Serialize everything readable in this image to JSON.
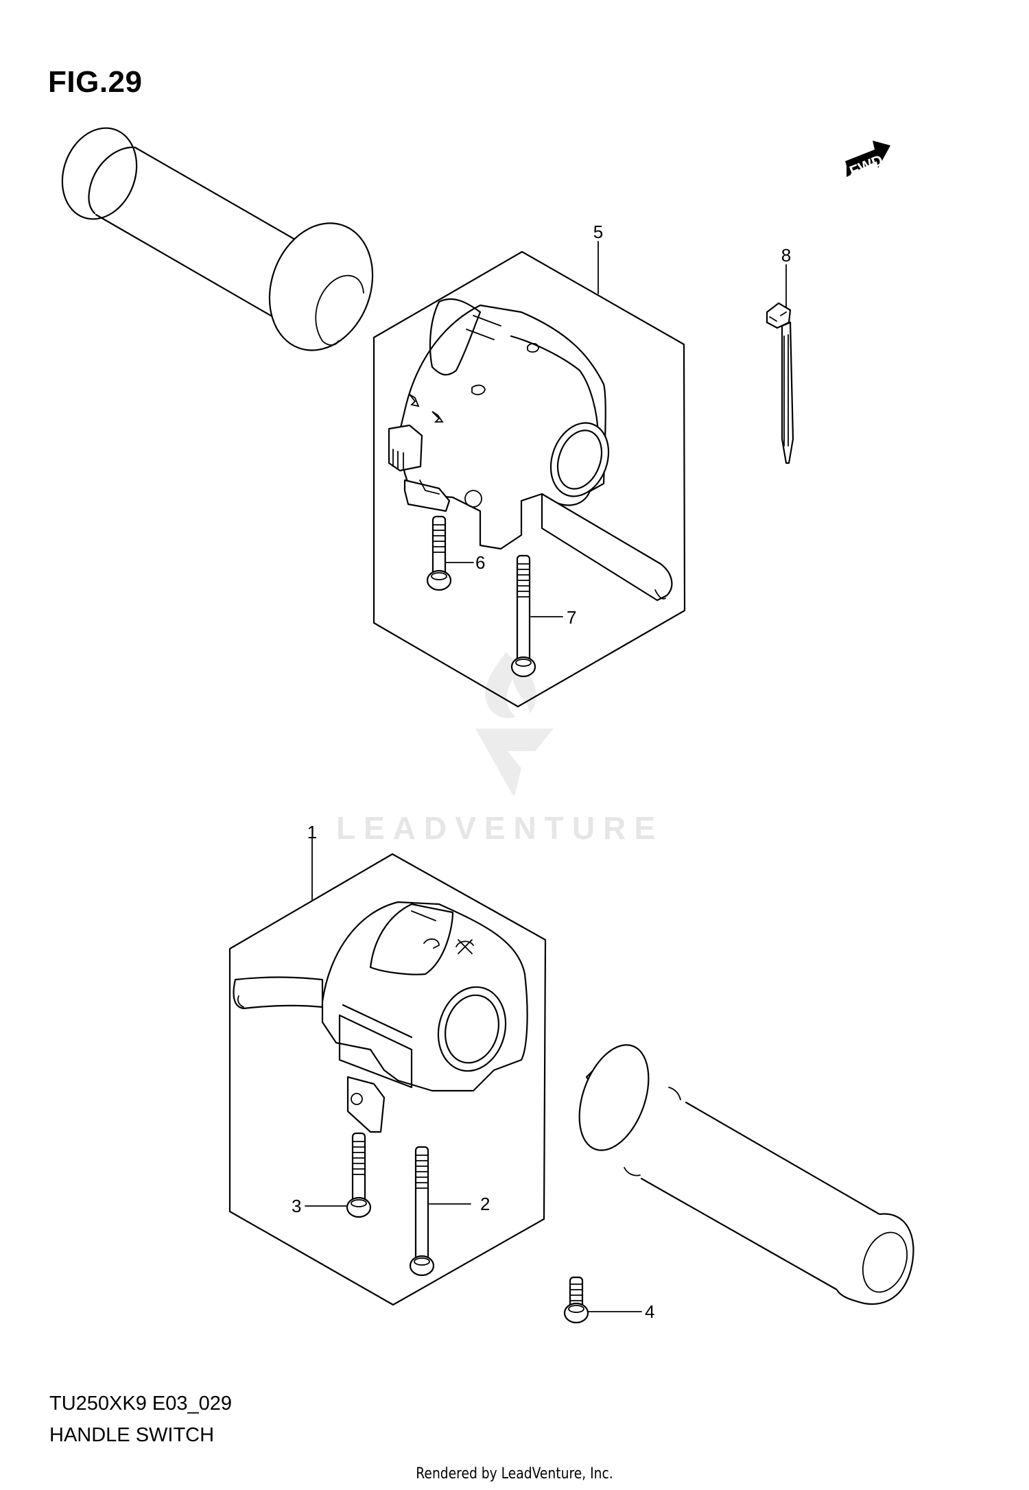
{
  "figure": {
    "title": "FIG.29",
    "model_code": "TU250XK9 E03_029",
    "caption": "HANDLE SWITCH",
    "direction_indicator": "FWD"
  },
  "watermark": {
    "text": "LEADVENTURE",
    "color": "#e6e6e6"
  },
  "callouts": [
    {
      "number": "1",
      "part": "right-handle-switch-assembly"
    },
    {
      "number": "2",
      "part": "long-screw-lower"
    },
    {
      "number": "3",
      "part": "short-screw-lower"
    },
    {
      "number": "4",
      "part": "small-screw"
    },
    {
      "number": "5",
      "part": "left-handle-switch-assembly"
    },
    {
      "number": "6",
      "part": "short-screw-upper"
    },
    {
      "number": "7",
      "part": "long-screw-upper"
    },
    {
      "number": "8",
      "part": "cable-tie"
    }
  ],
  "footer": {
    "text": "Rendered by LeadVenture, Inc."
  }
}
